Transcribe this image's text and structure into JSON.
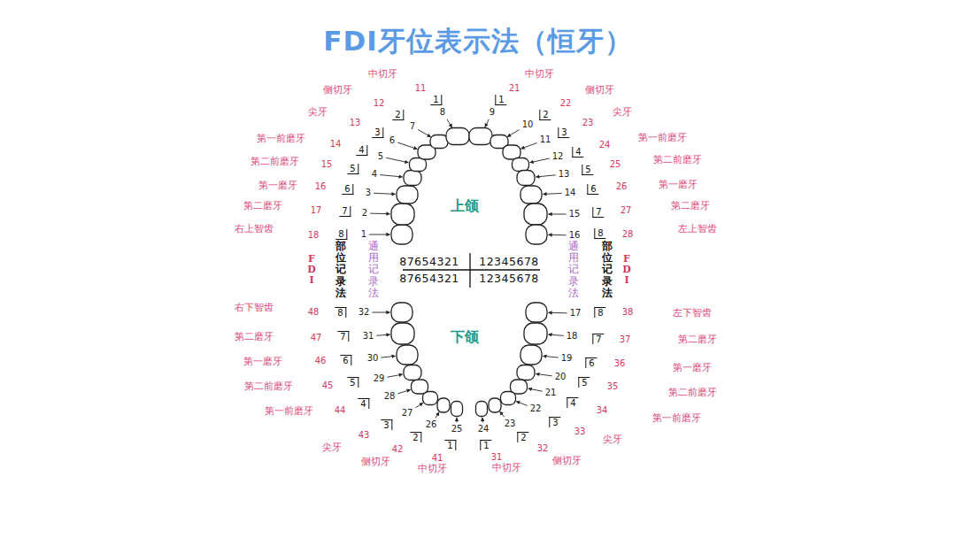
{
  "diagram": {
    "title": "FDI牙位表示法（恒牙）",
    "labels": [
      "中切牙",
      "11",
      "1",
      "8",
      "侧切牙",
      "12",
      "2",
      "7",
      "尖牙",
      "13",
      "3",
      "6",
      "第一前磨牙",
      "14",
      "4",
      "5",
      "第二前磨牙",
      "15",
      "5",
      "4",
      "第一磨牙",
      "16",
      "6",
      "3",
      "第二磨牙",
      "17",
      "7",
      "2",
      "右上智齿",
      "18",
      "8",
      "1",
      "中切牙",
      "21",
      "1",
      "9",
      "侧切牙",
      "22",
      "2",
      "10",
      "尖牙",
      "23",
      "3",
      "11",
      "第一前磨牙",
      "24",
      "4",
      "12",
      "第二前磨牙",
      "25",
      "5",
      "13",
      "第一磨牙",
      "26",
      "6",
      "14",
      "第二磨牙",
      "27",
      "7",
      "15",
      "左上智齿",
      "28",
      "8",
      "16",
      "右下智齿",
      "48",
      "8",
      "32",
      "第二磨牙",
      "47",
      "7",
      "31",
      "第一磨牙",
      "46",
      "6",
      "30",
      "第二前磨牙",
      "45",
      "5",
      "29",
      "第一前磨牙",
      "44",
      "4",
      "28",
      "尖牙",
      "43",
      "3",
      "27",
      "侧切牙",
      "42",
      "2",
      "26",
      "中切牙",
      "41",
      "1",
      "25",
      "左下智齿",
      "38",
      "8",
      "17",
      "第二磨牙",
      "37",
      "7",
      "18",
      "第一磨牙",
      "36",
      "6",
      "19",
      "第二前磨牙",
      "35",
      "5",
      "20",
      "第一前磨牙",
      "34",
      "4",
      "21",
      "尖牙",
      "33",
      "3",
      "22",
      "侧切牙",
      "32",
      "2",
      "23",
      "中切牙",
      "31",
      "1",
      "24",
      "上颌",
      "下颌",
      "FDI",
      "部位记录法",
      "通用记录法",
      "87654321",
      "12345678",
      "87654321",
      "12345678",
      "通用记录法",
      "部位记录法",
      "FDI"
    ]
  }
}
